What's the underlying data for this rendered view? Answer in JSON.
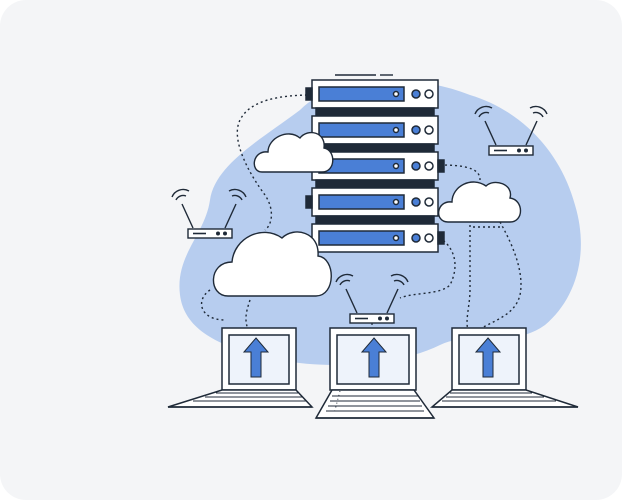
{
  "illustration": {
    "subject": "server-network-upload",
    "colors": {
      "card_background": "#f4f5f7",
      "blob": "#b7cdef",
      "accent_blue": "#4a7fd6",
      "outline": "#1f2a38",
      "white": "#ffffff",
      "screen_background": "#eef3fb"
    },
    "icons": [
      "server-rack-icon",
      "cloud-icon",
      "wifi-router-icon",
      "laptop-icon",
      "upload-arrow-icon"
    ],
    "counts": {
      "server_units": 5,
      "clouds": 3,
      "routers": 3,
      "laptops": 3
    }
  }
}
